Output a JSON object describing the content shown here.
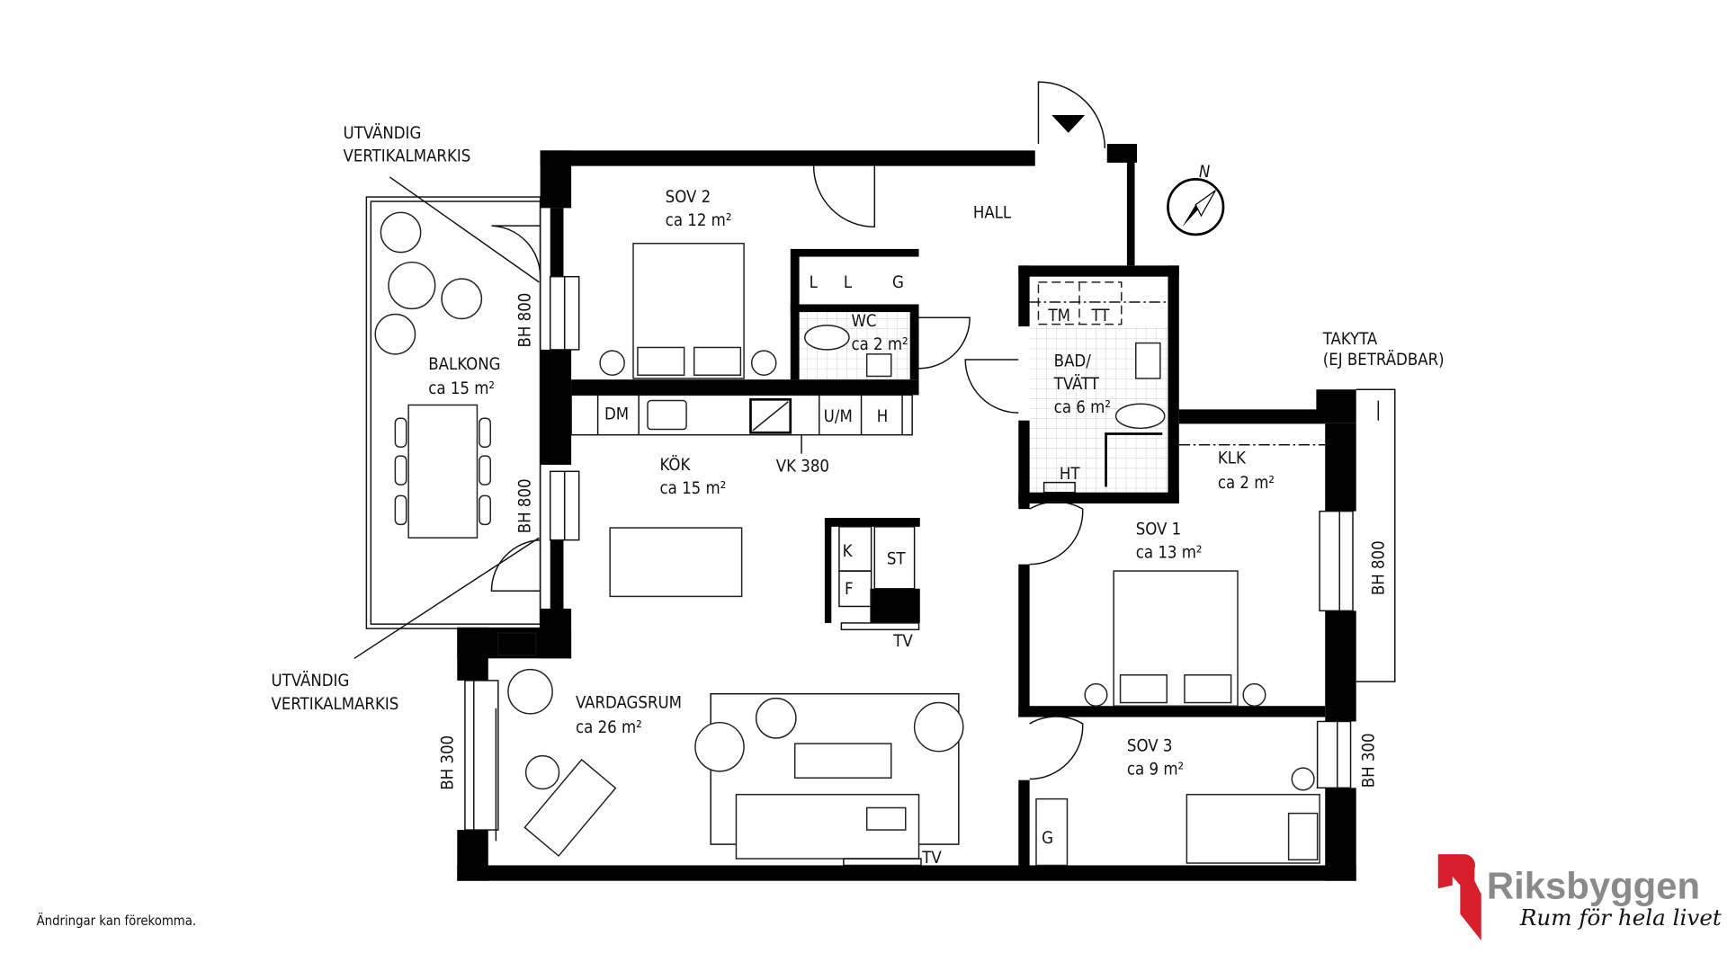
{
  "rooms": {
    "sov2": {
      "name": "SOV 2",
      "area": "ca 12 m²"
    },
    "hall": {
      "name": "HALL"
    },
    "balkong": {
      "name": "BALKONG",
      "area": "ca 15 m²"
    },
    "wc": {
      "name": "WC",
      "area": "ca 2 m²"
    },
    "bad": {
      "name1": "BAD/",
      "name2": "TVÄTT",
      "area": "ca 6 m²"
    },
    "kok": {
      "name": "KÖK",
      "area": "ca 15 m²"
    },
    "klk": {
      "name": "KLK",
      "area": "ca 2 m²"
    },
    "sov1": {
      "name": "SOV 1",
      "area": "ca 13 m²"
    },
    "vardagsrum": {
      "name": "VARDAGSRUM",
      "area": "ca 26 m²"
    },
    "sov3": {
      "name": "SOV 3",
      "area": "ca 9 m²"
    }
  },
  "fixtures": {
    "l1": "L",
    "l2": "L",
    "g1": "G",
    "g2": "G",
    "tm": "TM",
    "tt": "TT",
    "dm": "DM",
    "um": "U/M",
    "h": "H",
    "vk": "VK 380",
    "ht": "HT",
    "k": "K",
    "f": "F",
    "st": "ST",
    "tv1": "TV",
    "tv2": "TV"
  },
  "annotations": {
    "markis_top_1": "UTVÄNDIG",
    "markis_top_2": "VERTIKALMARKIS",
    "markis_bottom_1": "UTVÄNDIG",
    "markis_bottom_2": "VERTIKALMARKIS",
    "takyta_1": "TAKYTA",
    "takyta_2": "(EJ BETRÄDBAR)",
    "bh_balcony_top": "BH 800",
    "bh_balcony_bottom": "BH 800",
    "bh_sov1": "BH 800",
    "bh_living": "BH 300",
    "bh_sov3": "BH 300",
    "north": "N"
  },
  "disclaimer": "Ändringar kan förekomma.",
  "logo": {
    "brand": "Riksbyggen",
    "tagline": "Rum för hela livet",
    "color": "#d71f2b"
  }
}
